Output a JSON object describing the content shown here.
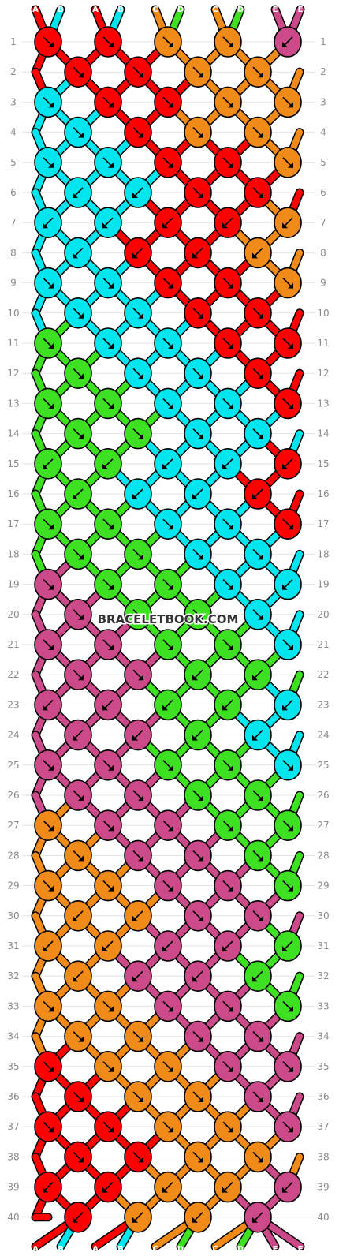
{
  "watermark": "BRACELETBOOK.COM",
  "colors": {
    "A": "#ff0000",
    "B": "#00e5ee",
    "C": "#f08a18",
    "D": "#3ee022",
    "E": "#cd4a8a"
  },
  "strands": {
    "top": [
      "A",
      "B",
      "A",
      "B",
      "C",
      "D",
      "C",
      "D",
      "E",
      "E"
    ],
    "bottom": [
      "A",
      "B",
      "A",
      "B",
      "C",
      "D",
      "C",
      "D",
      "E",
      "E"
    ]
  },
  "rows": [
    {
      "label": "1",
      "knots": [
        "A",
        "A",
        "C",
        "C",
        "E"
      ],
      "dirs": [
        "se",
        "se",
        "se",
        "se",
        "sw"
      ]
    },
    {
      "label": "2",
      "knots": [
        "A",
        "A",
        "C",
        "C"
      ],
      "dirs": [
        "se",
        "se",
        "se",
        "se"
      ]
    },
    {
      "label": "3",
      "knots": [
        "B",
        "A",
        "A",
        "C",
        "C"
      ],
      "dirs": [
        "se",
        "se",
        "se",
        "se",
        "se"
      ]
    },
    {
      "label": "4",
      "knots": [
        "B",
        "A",
        "C",
        "C"
      ],
      "dirs": [
        "se",
        "se",
        "se",
        "se"
      ]
    },
    {
      "label": "5",
      "knots": [
        "B",
        "B",
        "A",
        "A",
        "C"
      ],
      "dirs": [
        "se",
        "se",
        "se",
        "se",
        "se"
      ]
    },
    {
      "label": "6",
      "knots": [
        "B",
        "B",
        "A",
        "A"
      ],
      "dirs": [
        "sw",
        "sw",
        "se",
        "se"
      ]
    },
    {
      "label": "7",
      "knots": [
        "B",
        "B",
        "A",
        "A",
        "C"
      ],
      "dirs": [
        "sw",
        "sw",
        "sw",
        "sw",
        "sw"
      ]
    },
    {
      "label": "8",
      "knots": [
        "B",
        "A",
        "A",
        "C"
      ],
      "dirs": [
        "sw",
        "sw",
        "sw",
        "sw"
      ]
    },
    {
      "label": "9",
      "knots": [
        "B",
        "B",
        "A",
        "A",
        "C"
      ],
      "dirs": [
        "se",
        "se",
        "se",
        "se",
        "se"
      ]
    },
    {
      "label": "10",
      "knots": [
        "B",
        "B",
        "A",
        "A"
      ],
      "dirs": [
        "se",
        "se",
        "se",
        "se"
      ]
    },
    {
      "label": "11",
      "knots": [
        "D",
        "B",
        "B",
        "A",
        "A"
      ],
      "dirs": [
        "se",
        "se",
        "se",
        "se",
        "se"
      ]
    },
    {
      "label": "12",
      "knots": [
        "D",
        "B",
        "B",
        "A"
      ],
      "dirs": [
        "se",
        "se",
        "se",
        "se"
      ]
    },
    {
      "label": "13",
      "knots": [
        "D",
        "D",
        "B",
        "B",
        "A"
      ],
      "dirs": [
        "se",
        "se",
        "se",
        "se",
        "se"
      ]
    },
    {
      "label": "14",
      "knots": [
        "D",
        "D",
        "B",
        "B"
      ],
      "dirs": [
        "se",
        "se",
        "se",
        "se"
      ]
    },
    {
      "label": "15",
      "knots": [
        "D",
        "D",
        "B",
        "B",
        "A"
      ],
      "dirs": [
        "sw",
        "sw",
        "sw",
        "sw",
        "sw"
      ]
    },
    {
      "label": "16",
      "knots": [
        "D",
        "B",
        "B",
        "A"
      ],
      "dirs": [
        "sw",
        "sw",
        "sw",
        "sw"
      ]
    },
    {
      "label": "17",
      "knots": [
        "D",
        "D",
        "B",
        "B",
        "A"
      ],
      "dirs": [
        "se",
        "se",
        "se",
        "se",
        "se"
      ]
    },
    {
      "label": "18",
      "knots": [
        "D",
        "D",
        "B",
        "B"
      ],
      "dirs": [
        "se",
        "se",
        "se",
        "se"
      ]
    },
    {
      "label": "19",
      "knots": [
        "E",
        "D",
        "D",
        "B",
        "B"
      ],
      "dirs": [
        "se",
        "se",
        "se",
        "se",
        "sw"
      ]
    },
    {
      "label": "20",
      "knots": [
        "E",
        "D",
        "D",
        "B"
      ],
      "dirs": [
        "se",
        "se",
        "se",
        "se"
      ]
    },
    {
      "label": "21",
      "knots": [
        "E",
        "E",
        "D",
        "D",
        "B"
      ],
      "dirs": [
        "se",
        "se",
        "se",
        "se",
        "se"
      ]
    },
    {
      "label": "22",
      "knots": [
        "E",
        "E",
        "D",
        "D"
      ],
      "dirs": [
        "se",
        "se",
        "sw",
        "sw"
      ]
    },
    {
      "label": "23",
      "knots": [
        "E",
        "E",
        "D",
        "D",
        "B"
      ],
      "dirs": [
        "sw",
        "sw",
        "sw",
        "sw",
        "sw"
      ]
    },
    {
      "label": "24",
      "knots": [
        "E",
        "E",
        "D",
        "B"
      ],
      "dirs": [
        "sw",
        "sw",
        "sw",
        "sw"
      ]
    },
    {
      "label": "25",
      "knots": [
        "E",
        "E",
        "D",
        "D",
        "B"
      ],
      "dirs": [
        "se",
        "se",
        "se",
        "se",
        "se"
      ]
    },
    {
      "label": "26",
      "knots": [
        "E",
        "E",
        "D",
        "D"
      ],
      "dirs": [
        "se",
        "se",
        "se",
        "se"
      ]
    },
    {
      "label": "27",
      "knots": [
        "C",
        "E",
        "E",
        "D",
        "D"
      ],
      "dirs": [
        "se",
        "se",
        "se",
        "se",
        "se"
      ]
    },
    {
      "label": "28",
      "knots": [
        "C",
        "E",
        "E",
        "D"
      ],
      "dirs": [
        "se",
        "se",
        "se",
        "se"
      ]
    },
    {
      "label": "29",
      "knots": [
        "C",
        "C",
        "E",
        "E",
        "D"
      ],
      "dirs": [
        "se",
        "se",
        "se",
        "se",
        "se"
      ]
    },
    {
      "label": "30",
      "knots": [
        "C",
        "C",
        "E",
        "E"
      ],
      "dirs": [
        "sw",
        "sw",
        "se",
        "se"
      ]
    },
    {
      "label": "31",
      "knots": [
        "C",
        "C",
        "E",
        "E",
        "D"
      ],
      "dirs": [
        "sw",
        "sw",
        "sw",
        "sw",
        "sw"
      ]
    },
    {
      "label": "32",
      "knots": [
        "C",
        "E",
        "E",
        "D"
      ],
      "dirs": [
        "sw",
        "sw",
        "sw",
        "sw"
      ]
    },
    {
      "label": "33",
      "knots": [
        "C",
        "C",
        "E",
        "E",
        "D"
      ],
      "dirs": [
        "se",
        "se",
        "se",
        "se",
        "se"
      ]
    },
    {
      "label": "34",
      "knots": [
        "C",
        "C",
        "E",
        "E"
      ],
      "dirs": [
        "se",
        "se",
        "se",
        "se"
      ]
    },
    {
      "label": "35",
      "knots": [
        "A",
        "C",
        "C",
        "E",
        "E"
      ],
      "dirs": [
        "se",
        "se",
        "se",
        "se",
        "se"
      ]
    },
    {
      "label": "36",
      "knots": [
        "A",
        "C",
        "C",
        "E"
      ],
      "dirs": [
        "se",
        "se",
        "se",
        "se"
      ]
    },
    {
      "label": "37",
      "knots": [
        "A",
        "A",
        "C",
        "C",
        "E"
      ],
      "dirs": [
        "se",
        "se",
        "se",
        "se",
        "se"
      ]
    },
    {
      "label": "38",
      "knots": [
        "A",
        "A",
        "C",
        "C"
      ],
      "dirs": [
        "se",
        "se",
        "se",
        "se"
      ]
    },
    {
      "label": "39",
      "knots": [
        "A",
        "A",
        "C",
        "C",
        "E"
      ],
      "dirs": [
        "sw",
        "sw",
        "sw",
        "sw",
        "sw"
      ]
    },
    {
      "label": "40",
      "knots": [
        "A",
        "C",
        "C",
        "E"
      ],
      "dirs": [
        "sw",
        "sw",
        "sw",
        "sw"
      ]
    }
  ]
}
